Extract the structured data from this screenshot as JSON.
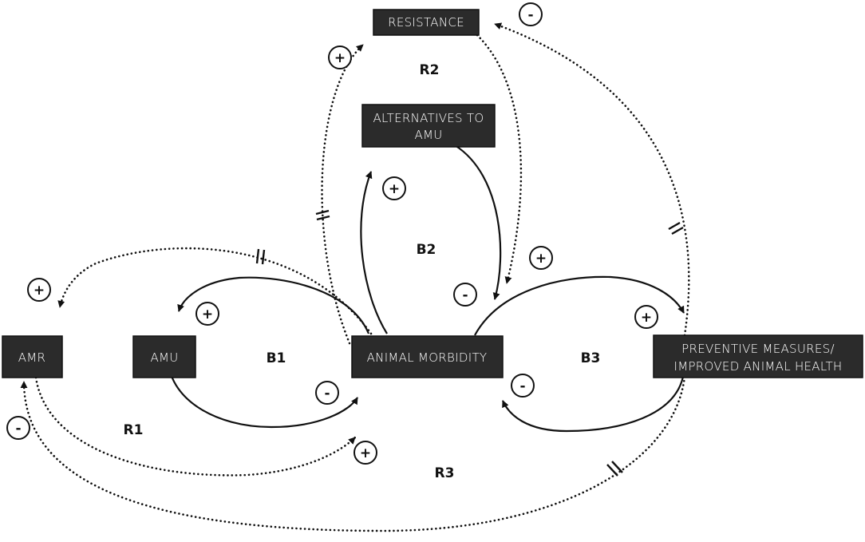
{
  "nodes": {
    "resistance": "RESISTANCE",
    "alternatives_line1": "ALTERNATIVES TO",
    "alternatives_line2": "AMU",
    "amr": "AMR",
    "amu": "AMU",
    "animal_morbidity": "ANIMAL MORBIDITY",
    "preventive_line1": "PREVENTIVE MEASURES/",
    "preventive_line2": "IMPROVED ANIMAL HEALTH"
  },
  "loops": {
    "r1": "R1",
    "r2": "R2",
    "r3": "R3",
    "b1": "B1",
    "b2": "B2",
    "b3": "B3"
  },
  "polarity": {
    "res_in": "-",
    "res_out": "+",
    "alt_in": "+",
    "morb_from_alt": "-",
    "prev_from_morb": "+",
    "morb_to_res": "+",
    "amr_from_morb": "+",
    "amu_from_morb": "+",
    "morb_from_amu": "-",
    "morb_from_prev": "-",
    "amr_from_prev": "-",
    "morb_from_amr": "+"
  }
}
